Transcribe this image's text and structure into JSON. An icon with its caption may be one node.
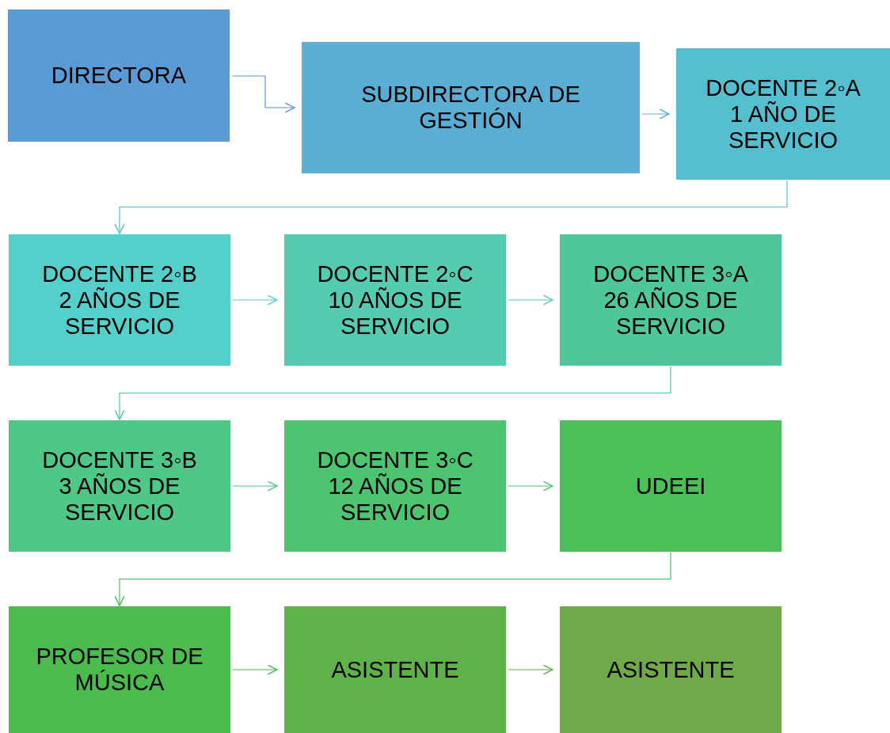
{
  "diagram": {
    "nodes": [
      {
        "text": [
          "DIRECTORA"
        ]
      },
      {
        "text": [
          "SUBDIRECTORA DE GESTIÓN"
        ]
      },
      {
        "text": [
          "DOCENTE 2◦A",
          "1 AÑO DE SERVICIO"
        ]
      },
      {
        "text": [
          "DOCENTE 2◦B",
          "2 AÑOS DE SERVICIO"
        ]
      },
      {
        "text": [
          "DOCENTE 2◦C",
          "10 AÑOS DE SERVICIO"
        ]
      },
      {
        "text": [
          "DOCENTE 3◦A",
          "26 AÑOS DE SERVICIO"
        ]
      },
      {
        "text": [
          "DOCENTE 3◦B",
          "3 AÑOS DE SERVICIO"
        ]
      },
      {
        "text": [
          "DOCENTE 3◦C",
          "12 AÑOS DE SERVICIO"
        ]
      },
      {
        "text": [
          "UDEEI"
        ]
      },
      {
        "text": [
          "PROFESOR DE MÚSICA"
        ]
      },
      {
        "text": [
          "ASISTENTE"
        ]
      },
      {
        "text": [
          "ASISTENTE"
        ]
      }
    ],
    "edges": [
      {
        "from": 0,
        "to": 1,
        "arrow": "to",
        "color": "#5b9bd5"
      },
      {
        "from": 1,
        "to": 2,
        "arrow": "to",
        "color": "#5aaed3"
      },
      {
        "from": 2,
        "to": 3,
        "arrow": "to",
        "color": "#55bfd0"
      },
      {
        "from": 3,
        "to": 4,
        "arrow": "to",
        "color": "#55cfc9"
      },
      {
        "from": 4,
        "to": 5,
        "arrow": "to",
        "color": "#55cbb0"
      },
      {
        "from": 5,
        "to": 6,
        "arrow": "to",
        "color": "#50c79a"
      },
      {
        "from": 6,
        "to": 7,
        "arrow": "to",
        "color": "#4fc887"
      },
      {
        "from": 7,
        "to": 8,
        "arrow": "to",
        "color": "#4dc46f"
      },
      {
        "from": 8,
        "to": 9,
        "arrow": "to",
        "color": "#4bbf58"
      },
      {
        "from": 9,
        "to": 10,
        "arrow": "to",
        "color": "#4bbb4e"
      },
      {
        "from": 10,
        "to": 11,
        "arrow": "to",
        "color": "#5fb248"
      }
    ]
  }
}
